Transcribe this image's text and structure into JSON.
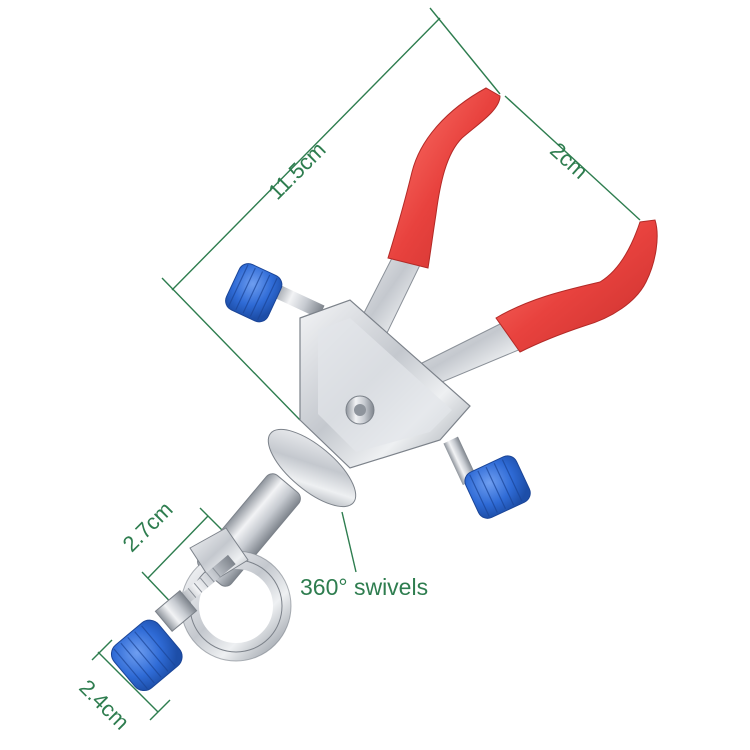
{
  "product": {
    "subject": "lab clamp",
    "colors": {
      "jaw_coating": "#e8423e",
      "thumb_screws": "#2f6bd6",
      "metal": "#c9ccd1",
      "dimension_lines": "#2e7d4f"
    }
  },
  "dimensions": {
    "length": "11.5cm",
    "jaw_opening": "2cm",
    "clamp_height": "2.7cm",
    "knob_width": "2.4cm"
  },
  "callouts": {
    "swivel": "360° swivels"
  }
}
